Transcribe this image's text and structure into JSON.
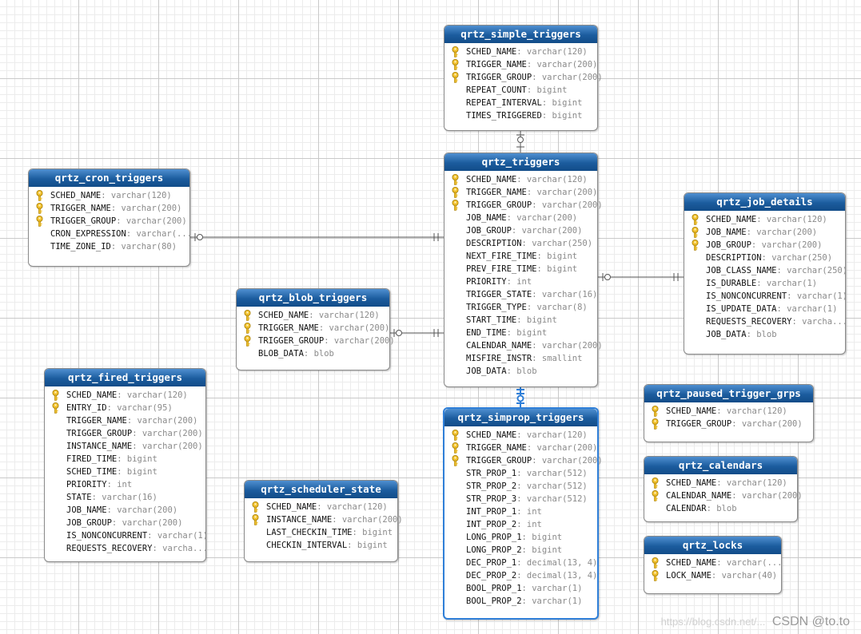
{
  "tables": [
    {
      "name": "qrtz_simple_triggers",
      "columns": [
        {
          "name": "SCHED_NAME",
          "type": "varchar(120)",
          "key": true
        },
        {
          "name": "TRIGGER_NAME",
          "type": "varchar(200)",
          "key": true
        },
        {
          "name": "TRIGGER_GROUP",
          "type": "varchar(200)",
          "key": true
        },
        {
          "name": "REPEAT_COUNT",
          "type": "bigint",
          "key": false
        },
        {
          "name": "REPEAT_INTERVAL",
          "type": "bigint",
          "key": false
        },
        {
          "name": "TIMES_TRIGGERED",
          "type": "bigint",
          "key": false
        }
      ]
    },
    {
      "name": "qrtz_triggers",
      "columns": [
        {
          "name": "SCHED_NAME",
          "type": "varchar(120)",
          "key": true
        },
        {
          "name": "TRIGGER_NAME",
          "type": "varchar(200)",
          "key": true
        },
        {
          "name": "TRIGGER_GROUP",
          "type": "varchar(200)",
          "key": true
        },
        {
          "name": "JOB_NAME",
          "type": "varchar(200)",
          "key": false
        },
        {
          "name": "JOB_GROUP",
          "type": "varchar(200)",
          "key": false
        },
        {
          "name": "DESCRIPTION",
          "type": "varchar(250)",
          "key": false
        },
        {
          "name": "NEXT_FIRE_TIME",
          "type": "bigint",
          "key": false
        },
        {
          "name": "PREV_FIRE_TIME",
          "type": "bigint",
          "key": false
        },
        {
          "name": "PRIORITY",
          "type": "int",
          "key": false
        },
        {
          "name": "TRIGGER_STATE",
          "type": "varchar(16)",
          "key": false
        },
        {
          "name": "TRIGGER_TYPE",
          "type": "varchar(8)",
          "key": false
        },
        {
          "name": "START_TIME",
          "type": "bigint",
          "key": false
        },
        {
          "name": "END_TIME",
          "type": "bigint",
          "key": false
        },
        {
          "name": "CALENDAR_NAME",
          "type": "varchar(200)",
          "key": false
        },
        {
          "name": "MISFIRE_INSTR",
          "type": "smallint",
          "key": false
        },
        {
          "name": "JOB_DATA",
          "type": "blob",
          "key": false
        }
      ]
    },
    {
      "name": "qrtz_cron_triggers",
      "columns": [
        {
          "name": "SCHED_NAME",
          "type": "varchar(120)",
          "key": true
        },
        {
          "name": "TRIGGER_NAME",
          "type": "varchar(200)",
          "key": true
        },
        {
          "name": "TRIGGER_GROUP",
          "type": "varchar(200)",
          "key": true
        },
        {
          "name": "CRON_EXPRESSION",
          "type": "varchar(...",
          "key": false
        },
        {
          "name": "TIME_ZONE_ID",
          "type": "varchar(80)",
          "key": false
        }
      ]
    },
    {
      "name": "qrtz_job_details",
      "columns": [
        {
          "name": "SCHED_NAME",
          "type": "varchar(120)",
          "key": true
        },
        {
          "name": "JOB_NAME",
          "type": "varchar(200)",
          "key": true
        },
        {
          "name": "JOB_GROUP",
          "type": "varchar(200)",
          "key": true
        },
        {
          "name": "DESCRIPTION",
          "type": "varchar(250)",
          "key": false
        },
        {
          "name": "JOB_CLASS_NAME",
          "type": "varchar(250)",
          "key": false
        },
        {
          "name": "IS_DURABLE",
          "type": "varchar(1)",
          "key": false
        },
        {
          "name": "IS_NONCONCURRENT",
          "type": "varchar(1)",
          "key": false
        },
        {
          "name": "IS_UPDATE_DATA",
          "type": "varchar(1)",
          "key": false
        },
        {
          "name": "REQUESTS_RECOVERY",
          "type": "varcha...",
          "key": false
        },
        {
          "name": "JOB_DATA",
          "type": "blob",
          "key": false
        }
      ]
    },
    {
      "name": "qrtz_blob_triggers",
      "columns": [
        {
          "name": "SCHED_NAME",
          "type": "varchar(120)",
          "key": true
        },
        {
          "name": "TRIGGER_NAME",
          "type": "varchar(200)",
          "key": true
        },
        {
          "name": "TRIGGER_GROUP",
          "type": "varchar(200)",
          "key": true
        },
        {
          "name": "BLOB_DATA",
          "type": "blob",
          "key": false
        }
      ]
    },
    {
      "name": "qrtz_fired_triggers",
      "columns": [
        {
          "name": "SCHED_NAME",
          "type": "varchar(120)",
          "key": true
        },
        {
          "name": "ENTRY_ID",
          "type": "varchar(95)",
          "key": true
        },
        {
          "name": "TRIGGER_NAME",
          "type": "varchar(200)",
          "key": false
        },
        {
          "name": "TRIGGER_GROUP",
          "type": "varchar(200)",
          "key": false
        },
        {
          "name": "INSTANCE_NAME",
          "type": "varchar(200)",
          "key": false
        },
        {
          "name": "FIRED_TIME",
          "type": "bigint",
          "key": false
        },
        {
          "name": "SCHED_TIME",
          "type": "bigint",
          "key": false
        },
        {
          "name": "PRIORITY",
          "type": "int",
          "key": false
        },
        {
          "name": "STATE",
          "type": "varchar(16)",
          "key": false
        },
        {
          "name": "JOB_NAME",
          "type": "varchar(200)",
          "key": false
        },
        {
          "name": "JOB_GROUP",
          "type": "varchar(200)",
          "key": false
        },
        {
          "name": "IS_NONCONCURRENT",
          "type": "varchar(1)",
          "key": false
        },
        {
          "name": "REQUESTS_RECOVERY",
          "type": "varcha...",
          "key": false
        }
      ]
    },
    {
      "name": "qrtz_paused_trigger_grps",
      "columns": [
        {
          "name": "SCHED_NAME",
          "type": "varchar(120)",
          "key": true
        },
        {
          "name": "TRIGGER_GROUP",
          "type": "varchar(200)",
          "key": true
        }
      ]
    },
    {
      "name": "qrtz_simprop_triggers",
      "selected": true,
      "columns": [
        {
          "name": "SCHED_NAME",
          "type": "varchar(120)",
          "key": true
        },
        {
          "name": "TRIGGER_NAME",
          "type": "varchar(200)",
          "key": true
        },
        {
          "name": "TRIGGER_GROUP",
          "type": "varchar(200)",
          "key": true
        },
        {
          "name": "STR_PROP_1",
          "type": "varchar(512)",
          "key": false
        },
        {
          "name": "STR_PROP_2",
          "type": "varchar(512)",
          "key": false
        },
        {
          "name": "STR_PROP_3",
          "type": "varchar(512)",
          "key": false
        },
        {
          "name": "INT_PROP_1",
          "type": "int",
          "key": false
        },
        {
          "name": "INT_PROP_2",
          "type": "int",
          "key": false
        },
        {
          "name": "LONG_PROP_1",
          "type": "bigint",
          "key": false
        },
        {
          "name": "LONG_PROP_2",
          "type": "bigint",
          "key": false
        },
        {
          "name": "DEC_PROP_1",
          "type": "decimal(13, 4)",
          "key": false
        },
        {
          "name": "DEC_PROP_2",
          "type": "decimal(13, 4)",
          "key": false
        },
        {
          "name": "BOOL_PROP_1",
          "type": "varchar(1)",
          "key": false
        },
        {
          "name": "BOOL_PROP_2",
          "type": "varchar(1)",
          "key": false
        }
      ]
    },
    {
      "name": "qrtz_scheduler_state",
      "columns": [
        {
          "name": "SCHED_NAME",
          "type": "varchar(120)",
          "key": true
        },
        {
          "name": "INSTANCE_NAME",
          "type": "varchar(200)",
          "key": true
        },
        {
          "name": "LAST_CHECKIN_TIME",
          "type": "bigint",
          "key": false
        },
        {
          "name": "CHECKIN_INTERVAL",
          "type": "bigint",
          "key": false
        }
      ]
    },
    {
      "name": "qrtz_calendars",
      "columns": [
        {
          "name": "SCHED_NAME",
          "type": "varchar(120)",
          "key": true
        },
        {
          "name": "CALENDAR_NAME",
          "type": "varchar(200)",
          "key": true
        },
        {
          "name": "CALENDAR",
          "type": "blob",
          "key": false
        }
      ]
    },
    {
      "name": "qrtz_locks",
      "columns": [
        {
          "name": "SCHED_NAME",
          "type": "varchar(...",
          "key": true
        },
        {
          "name": "LOCK_NAME",
          "type": "varchar(40)",
          "key": true
        }
      ]
    }
  ],
  "relationships": [
    {
      "from": "qrtz_triggers",
      "to": "qrtz_simple_triggers"
    },
    {
      "from": "qrtz_triggers",
      "to": "qrtz_cron_triggers"
    },
    {
      "from": "qrtz_triggers",
      "to": "qrtz_job_details"
    },
    {
      "from": "qrtz_triggers",
      "to": "qrtz_blob_triggers"
    },
    {
      "from": "qrtz_triggers",
      "to": "qrtz_simprop_triggers"
    }
  ],
  "watermark": {
    "url": "https://blog.csdn.net/...",
    "brand": "CSDN @to.to"
  },
  "colors": {
    "header": "#1b5c9e",
    "selected_border": "#2f7fd8",
    "key_icon": "#f2c230"
  }
}
